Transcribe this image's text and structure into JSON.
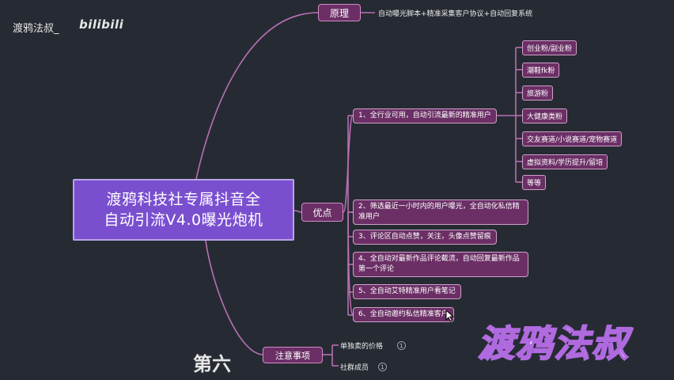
{
  "brand": {
    "name": "渡鸦法叔_",
    "platform": "bilibili"
  },
  "central_topic": {
    "line1": "渡鸦科技社专属抖音全",
    "line2": "自动引流V4.0曝光炮机"
  },
  "principle": {
    "label": "原理",
    "detail": "自动曝光脚本+精准采集客户协议+自动回复系统"
  },
  "advantages": {
    "label": "优点",
    "items": [
      {
        "text": "1、全行业可用，自动引流最新的精准用户"
      },
      {
        "text": "2、筛选最近一小时内的用户曝光，全自动化私信精准用户"
      },
      {
        "text": "3、评论区自动点赞，关注，头像点赞留痕"
      },
      {
        "text": "4、全自动对最新作品评论截流，自动回复最新作品第一个评论"
      },
      {
        "text": "5、全自动艾特精准用户看笔记"
      },
      {
        "text": "6、全自动邀约私信精准客户"
      }
    ],
    "industries": [
      "创业粉/副业粉",
      "潮鞋fk粉",
      "旅游粉",
      "大健康类粉",
      "交友赛道/小说赛道/宠物赛道",
      "虚拟资料/学历提升/留培",
      "等等"
    ]
  },
  "notes": {
    "label": "注意事项",
    "items": [
      {
        "text": "单独卖的价格",
        "badge": "1"
      },
      {
        "text": "社群成员",
        "badge": "1"
      }
    ]
  },
  "overlay": {
    "watermark": "渡鸦法叔",
    "subtitle": "第六"
  },
  "colors": {
    "background": "#262b33",
    "central": "#7a4fcf",
    "branch": "#6b2f66",
    "line": "#b86fb3"
  }
}
